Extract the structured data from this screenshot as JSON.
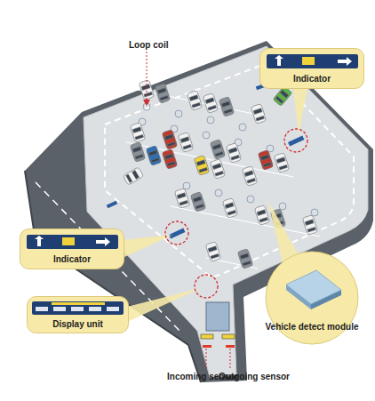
{
  "diagram": {
    "nodes": [
      {
        "text": [
          "Indicator"
        ]
      },
      {
        "text": [
          "Indicator"
        ]
      },
      {
        "text": [
          "Display unit"
        ]
      },
      {
        "text": [
          "Vehicle detect module"
        ]
      }
    ],
    "labels": [
      "Loop coil",
      "Incoming sensor",
      "Outgoing sensor"
    ]
  }
}
